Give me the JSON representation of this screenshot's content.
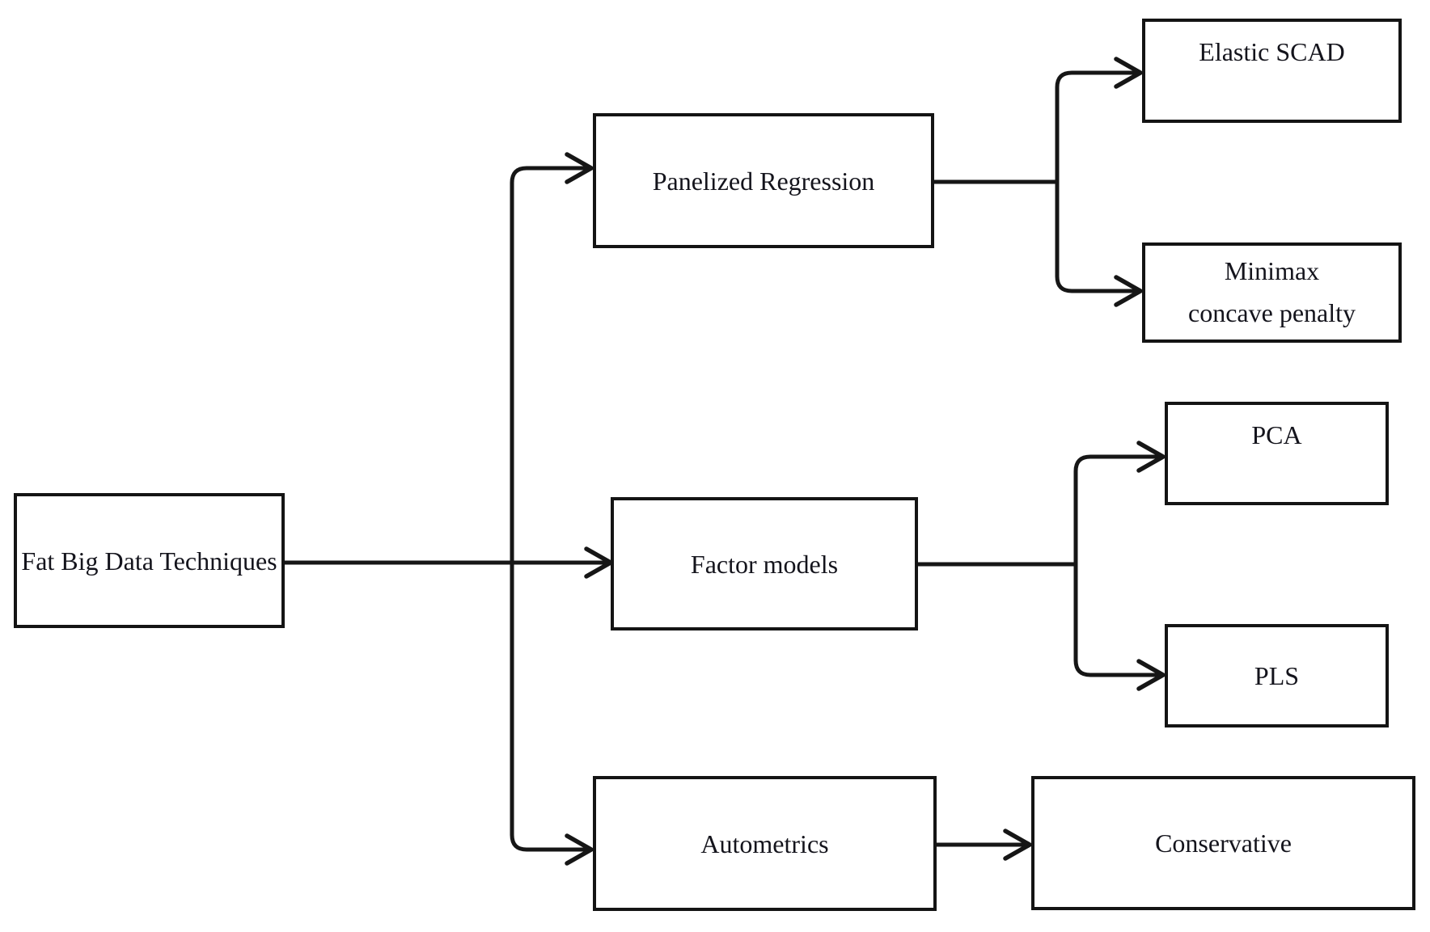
{
  "diagram": {
    "nodes": {
      "root": {
        "label": "Fat Big Data Techniques"
      },
      "panelized": {
        "label": "Panelized Regression"
      },
      "elastic_scad": {
        "label": "Elastic SCAD"
      },
      "minimax": {
        "label": "Minimax concave penalty",
        "line1": "Minimax",
        "line2": "concave penalty"
      },
      "factor": {
        "label": "Factor models"
      },
      "pca": {
        "label": "PCA"
      },
      "pls": {
        "label": "PLS"
      },
      "autometrics": {
        "label": "Autometrics"
      },
      "conservative": {
        "label": "Conservative"
      }
    },
    "edges": [
      {
        "from": "root",
        "to": "panelized"
      },
      {
        "from": "root",
        "to": "factor"
      },
      {
        "from": "root",
        "to": "autometrics"
      },
      {
        "from": "panelized",
        "to": "elastic_scad"
      },
      {
        "from": "panelized",
        "to": "minimax"
      },
      {
        "from": "factor",
        "to": "pca"
      },
      {
        "from": "factor",
        "to": "pls"
      },
      {
        "from": "autometrics",
        "to": "conservative"
      }
    ],
    "colors": {
      "background": "#ffffff",
      "line": "#161616",
      "box_border": "#141414",
      "text": "#14141c"
    }
  }
}
